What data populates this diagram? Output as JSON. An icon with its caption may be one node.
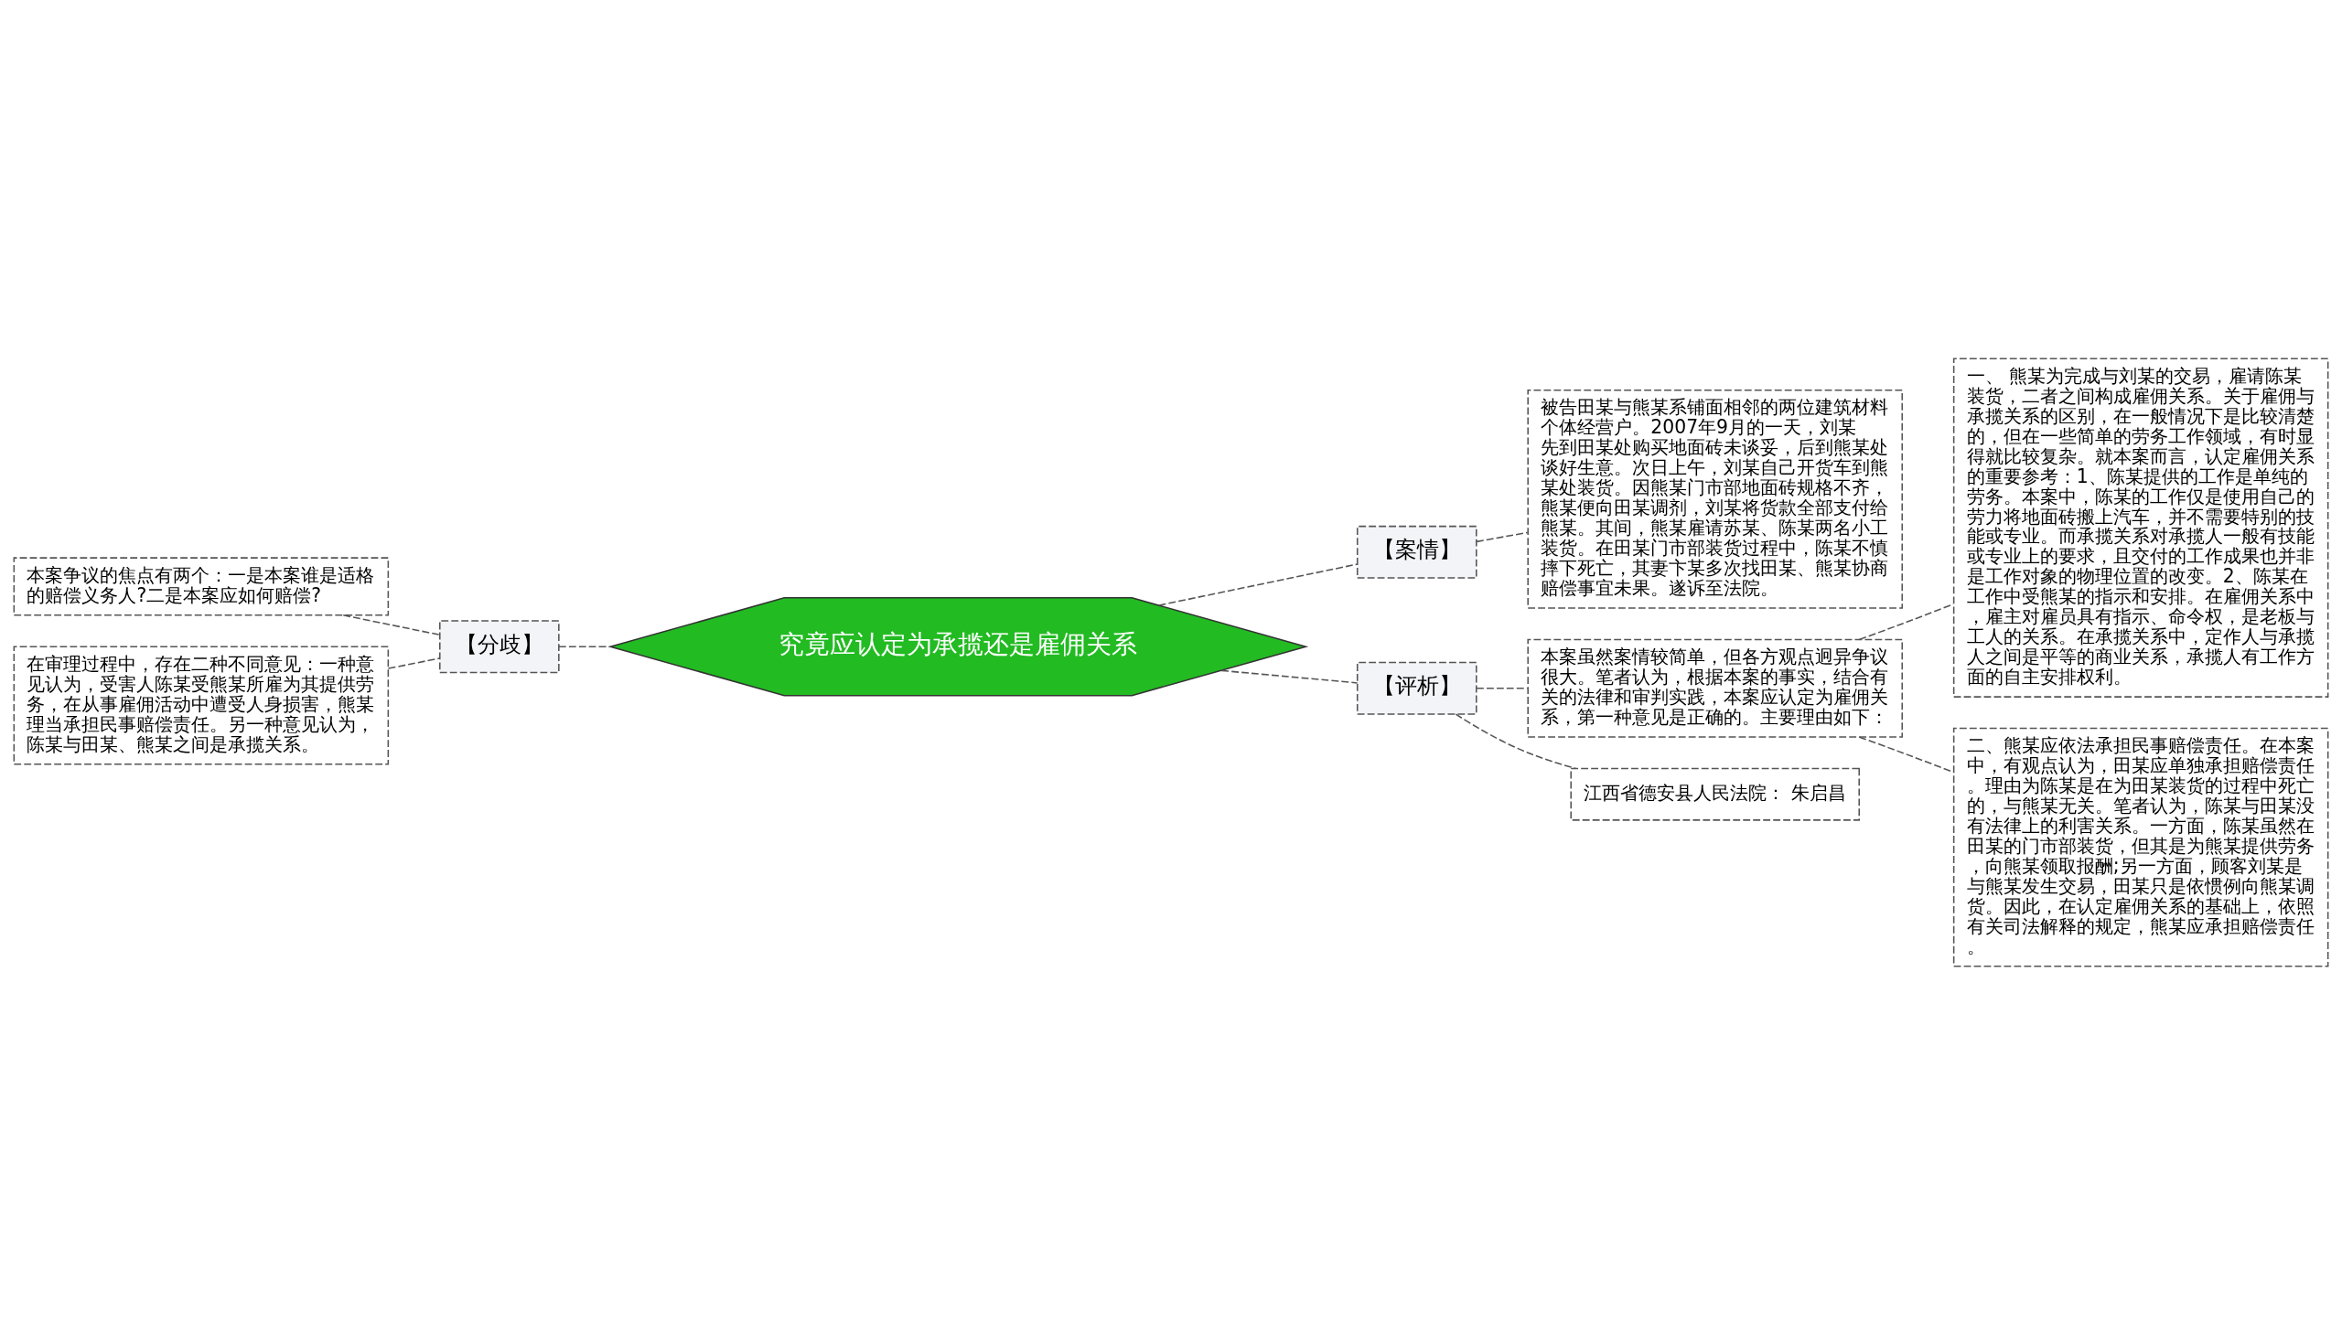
{
  "diagram": {
    "nodes": [
      {
        "text": [
          "究竟应认定为承揽还是雇佣关系"
        ]
      },
      {
        "text": [
          "【分歧】"
        ]
      },
      {
        "text": [
          "本案争议的焦点有两个：一是本案谁是适格的赔偿义务人?二是本案应如何赔偿?"
        ]
      },
      {
        "text": [
          "在审理过程中，存在二种不同意见：一种意见认为，受害人陈某受熊某所雇为其提供劳务，在从事雇佣活动中遭受人身损害，熊某理当承担民事赔偿责任。另一种意见认为，陈某与田某、熊某之间是承揽关系。"
        ]
      },
      {
        "text": [
          "【案情】"
        ]
      },
      {
        "text": [
          "被告田某与熊某系铺面相邻的两位建筑材料个体经营户。2007年9月的一天，刘某先到田某处购买地面砖未谈妥，后到熊某处谈好生意。次日上午，刘某自己开货车到熊某处装货。因熊某门市部地面砖规格不齐，熊某便向田某调剂，刘某将货款全部支付给熊某。其间，熊某雇请苏某、陈某两名小工装货。在田某门市部装货过程中，陈某不慎摔下死亡，其妻卞某多次找田某、熊某协商赔偿事宜未果。遂诉至法院。"
        ]
      },
      {
        "text": [
          "【评析】"
        ]
      },
      {
        "text": [
          "本案虽然案情较简单，但各方观点迥异争议很大。笔者认为，根据本案的事实，结合有关的法律和审判实践，本案应认定为雇佣关系，第一种意见是正确的。主要理由如下："
        ]
      },
      {
        "text": [
          "一、 熊某为完成与刘某的交易，雇请陈某装货，二者之间构成雇佣关系。关于雇佣与承揽关系的区别，在一般情况下是比较清楚的，但在一些简单的劳务工作领域，有时显得就比较复杂。就本案而言，认定雇佣关系的重要参考：1、陈某提供的工作是单纯的劳务。本案中，陈某的工作仅是使用自己的劳力将地面砖搬上汽车，并不需要特别的技能或专业。而承揽关系对承揽人一般有技能或专业上的要求，且交付的工作成果也并非是工作对象的物理位置的改变。2、陈某在工作中受熊某的指示和安排。在雇佣关系中，雇主对雇员具有指示、命令权，是老板与工人的关系。在承揽关系中，定作人与承揽人之间是平等的商业关系，承揽人有工作方面的自主安排权利。"
        ]
      },
      {
        "text": [
          "二、熊某应依法承担民事赔偿责任。在本案中，有观点认为，田某应单独承担赔偿责任。理由为陈某是在为田某装货的过程中死亡的，与熊某无关。笔者认为，陈某与田某没有法律上的利害关系。一方面，陈某虽然在田某的门市部装货，但其是为熊某提供劳务，向熊某领取报酬;另一方面，顾客刘某是与熊某发生交易，田某只是依惯例向熊某调货。因此，在认定雇佣关系的基础上，依照有关司法解释的规定，熊某应承担赔偿责任。"
        ]
      },
      {
        "text": [
          "江西省德安县人民法院： 朱启昌"
        ]
      }
    ],
    "edges": [
      {
        "from": 0,
        "to": 1,
        "arrow": "none",
        "style": "dashed"
      },
      {
        "from": 1,
        "to": 2,
        "arrow": "none",
        "style": "dashed"
      },
      {
        "from": 1,
        "to": 3,
        "arrow": "none",
        "style": "dashed"
      },
      {
        "from": 0,
        "to": 4,
        "arrow": "none",
        "style": "dashed"
      },
      {
        "from": 4,
        "to": 5,
        "arrow": "none",
        "style": "dashed"
      },
      {
        "from": 0,
        "to": 6,
        "arrow": "none",
        "style": "dashed"
      },
      {
        "from": 6,
        "to": 7,
        "arrow": "none",
        "style": "dashed"
      },
      {
        "from": 7,
        "to": 8,
        "arrow": "none",
        "style": "dashed"
      },
      {
        "from": 7,
        "to": 9,
        "arrow": "none",
        "style": "dashed"
      },
      {
        "from": 6,
        "to": 10,
        "arrow": "none",
        "style": "dashed"
      }
    ]
  }
}
